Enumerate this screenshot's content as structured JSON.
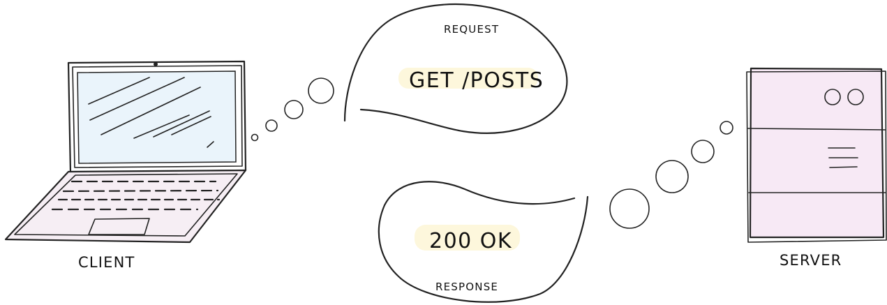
{
  "labels": {
    "client": "CLIENT",
    "server": "SERVER",
    "request": "REQUEST",
    "request_text": "GET /POSTS",
    "response": "RESPONSE",
    "response_text": "200 OK"
  },
  "icons": {
    "client_icon": "laptop-icon",
    "server_icon": "server-icon"
  },
  "colors": {
    "screen_fill": "#eaf4fb",
    "keyboard_fill": "#f6eef4",
    "server_fill": "#f7e9f5",
    "highlight_fill": "#fdf7dc",
    "stroke": "#222222"
  }
}
